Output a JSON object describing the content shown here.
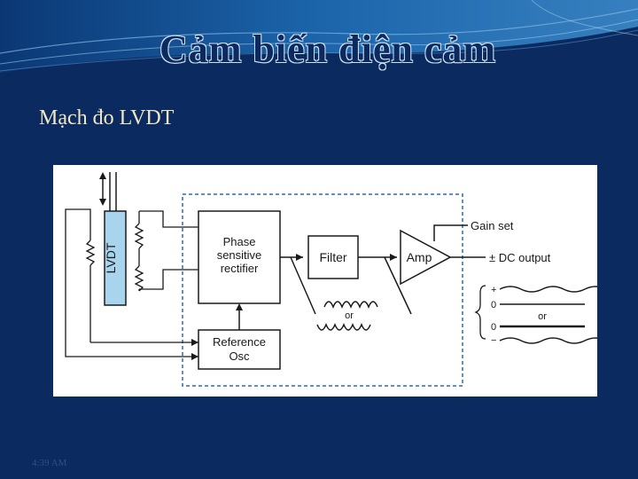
{
  "slide": {
    "title": "Cảm biến điện cảm",
    "subtitle": "Mạch đo LVDT",
    "footer_time": "4:39 AM"
  },
  "diagram": {
    "lvdt_label": "LVDT",
    "phase_line1": "Phase",
    "phase_line2": "sensitive",
    "phase_line3": "rectifier",
    "filter_label": "Filter",
    "amp_label": "Amp",
    "gain_set_label": "Gain set",
    "dc_output_label": "± DC output",
    "ref_line1": "Reference",
    "ref_line2": "Osc",
    "or_label_1": "or",
    "or_label_2": "or",
    "plus_label": "+",
    "zero_label_1": "0",
    "zero_label_2": "0",
    "minus_label": "−"
  },
  "colors": {
    "background": "#0b2b60",
    "banner_light": "#3f8fd0",
    "title_outline": "#cfe0f2",
    "subtitle": "#f2e8c4",
    "lvdt_fill": "#a8d4ee",
    "dashed_box": "#2a6cb3"
  }
}
